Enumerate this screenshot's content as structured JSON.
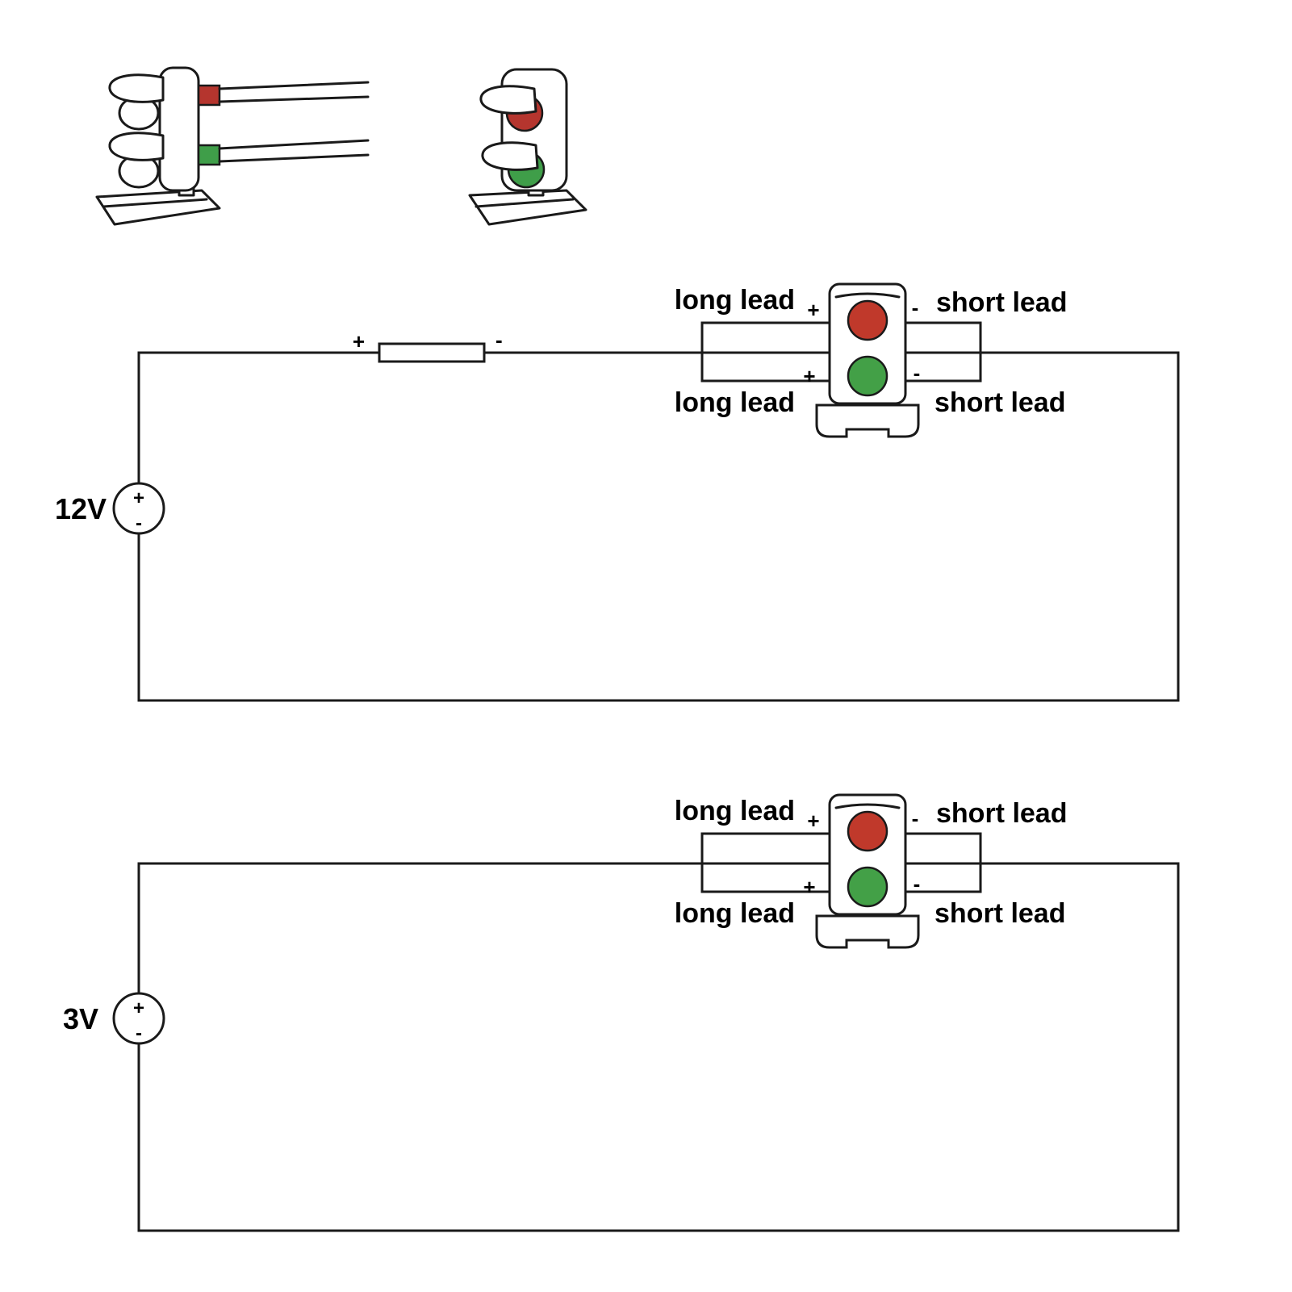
{
  "sketches": {
    "side_view_signal": {
      "red_wire_band_color": "#b5352e",
      "green_wire_band_color": "#3f9e49"
    },
    "front_view_signal": {
      "red_light_color": "#b5352e",
      "green_light_color": "#3f9e49"
    }
  },
  "circuit_12v": {
    "source_label": "12V",
    "source_plus": "+",
    "source_minus": "-",
    "resistor_plus": "+",
    "resistor_minus": "-",
    "red_row": {
      "long_lead": "long lead",
      "plus": "+",
      "minus": "-",
      "short_lead": "short lead"
    },
    "green_row": {
      "long_lead": "long lead",
      "plus": "+",
      "minus": "-",
      "short_lead": "short lead"
    },
    "red_led_color": "#c0392b",
    "green_led_color": "#43a047"
  },
  "circuit_3v": {
    "source_label": "3V",
    "source_plus": "+",
    "source_minus": "-",
    "red_row": {
      "long_lead": "long lead",
      "plus": "+",
      "minus": "-",
      "short_lead": "short lead"
    },
    "green_row": {
      "long_lead": "long lead",
      "plus": "+",
      "minus": "-",
      "short_lead": "short lead"
    },
    "red_led_color": "#c0392b",
    "green_led_color": "#43a047"
  }
}
